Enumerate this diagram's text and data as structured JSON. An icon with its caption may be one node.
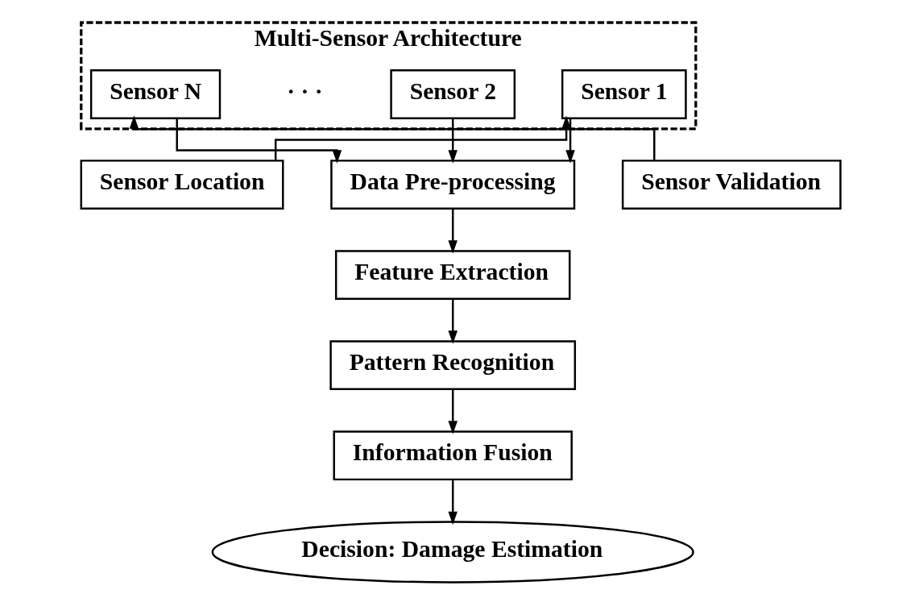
{
  "diagram": {
    "nodes": [
      {
        "text": [
          "Multi-Sensor Architecture"
        ]
      },
      {
        "text": [
          "Sensor 1"
        ],
        "in": 0
      },
      {
        "text": [
          "Sensor 2"
        ],
        "in": 0
      },
      {
        "text": [
          "Sensor N"
        ],
        "in": 0
      },
      {
        "text": [
          "Data Pre-processing"
        ]
      },
      {
        "text": [
          "Sensor Location"
        ]
      },
      {
        "text": [
          "Sensor Validation"
        ]
      },
      {
        "text": [
          "Feature Extraction"
        ]
      },
      {
        "text": [
          "Pattern Recognition"
        ]
      },
      {
        "text": [
          "Information Fusion"
        ]
      },
      {
        "text": [
          "Decision: Damage Estimation"
        ]
      }
    ],
    "edges": [
      {
        "from": 1,
        "to": 4,
        "arrow": "to"
      },
      {
        "from": 2,
        "to": 4,
        "arrow": "to"
      },
      {
        "from": 3,
        "to": 4,
        "arrow": "to"
      },
      {
        "from": 5,
        "to": 1,
        "arrow": "to"
      },
      {
        "from": 6,
        "to": 3,
        "arrow": "to"
      },
      {
        "from": 4,
        "to": 7,
        "arrow": "to"
      },
      {
        "from": 7,
        "to": 8,
        "arrow": "to"
      },
      {
        "from": 8,
        "to": 9,
        "arrow": "to"
      },
      {
        "from": 9,
        "to": 10,
        "arrow": "to"
      }
    ],
    "labels": [
      "· · ·"
    ]
  }
}
